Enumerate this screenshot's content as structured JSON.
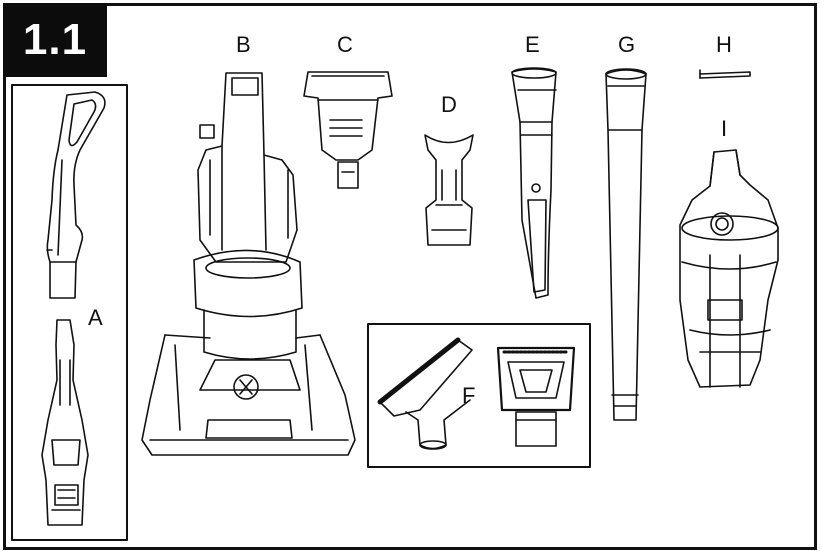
{
  "figure_number": "1.1",
  "parts": {
    "a": "A",
    "b": "B",
    "c": "C",
    "d": "D",
    "e": "E",
    "f": "F",
    "g": "G",
    "h": "H",
    "i": "I"
  }
}
